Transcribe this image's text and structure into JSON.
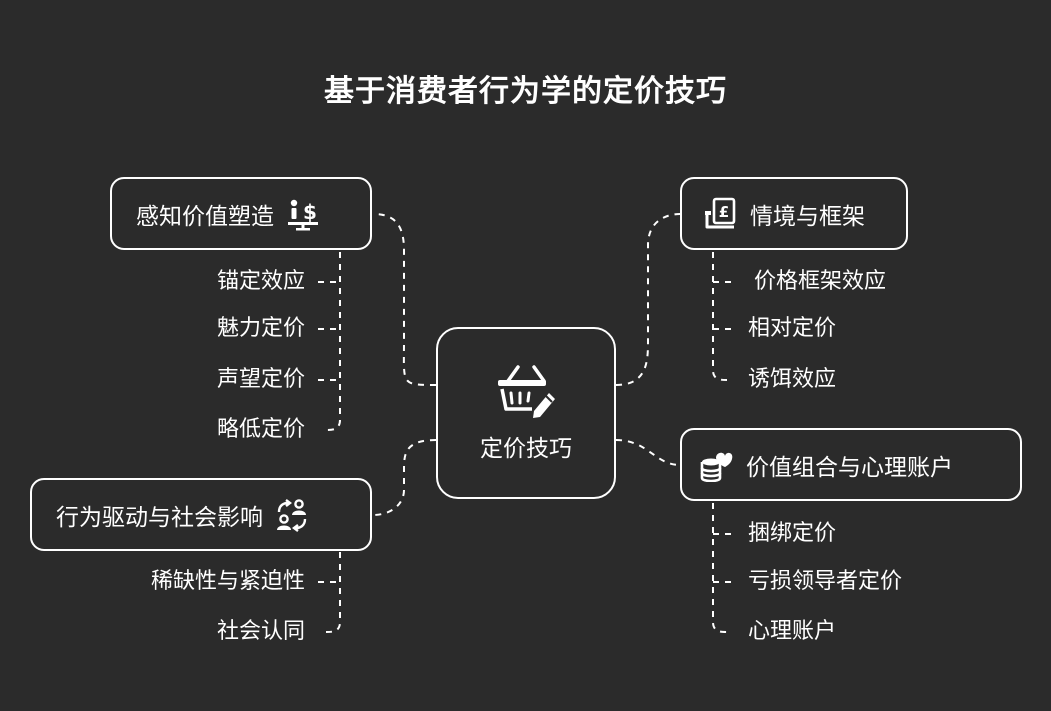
{
  "title": "基于消费者行为学的定价技巧",
  "center": {
    "label": "定价技巧",
    "icon": "basket-pencil-icon"
  },
  "branches": [
    {
      "label": "感知价值塑造",
      "icon": "scale-dollar-icon",
      "children": [
        "锚定效应",
        "魅力定价",
        "声望定价",
        "略低定价"
      ]
    },
    {
      "label": "行为驱动与社会影响",
      "icon": "people-exchange-icon",
      "children": [
        "稀缺性与紧迫性",
        "社会认同"
      ]
    },
    {
      "label": "情境与框架",
      "icon": "pound-price-tag-icon",
      "children": [
        "价格框架效应",
        "相对定价",
        "诱饵效应"
      ]
    },
    {
      "label": "价值组合与心理账户",
      "icon": "coins-heart-icon",
      "children": [
        "捆绑定价",
        "亏损领导者定价",
        "心理账户"
      ]
    }
  ]
}
